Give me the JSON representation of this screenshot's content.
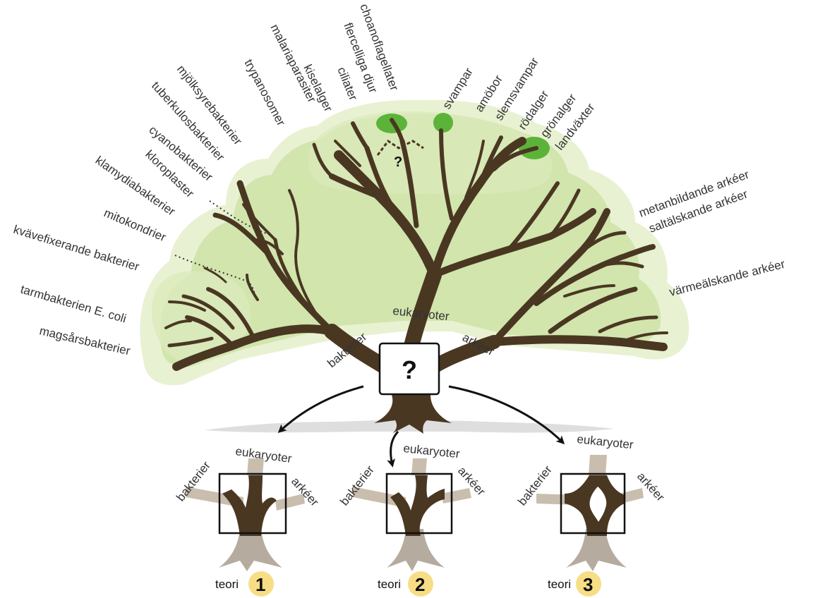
{
  "colors": {
    "trunk": "#4a3722",
    "foliage_light": "#e3efc9",
    "foliage_mid": "#c9e0a0",
    "foliage_accent": "#5cb33a",
    "ground": "#d9d9d9",
    "root_light": "#b5ab9f",
    "branch_light": "#c9beae",
    "badge": "#f7dd85"
  },
  "labels": {
    "bacteria_leaves": [
      "magsårsbakterier",
      "tarmbakterien E. coli",
      "kvävefixerande bakterier",
      "mitokondrier",
      "klamydiabakterier",
      "kloroplaster",
      "cyanobakterier",
      "tuberkulosbakterier",
      "mjölksyrebakterier"
    ],
    "eukaryote_leaves": [
      "trypanosomer",
      "malariaparasiter",
      "kiselalger",
      "ciliater",
      "flercelliga djur",
      "choanoflagellater",
      "svampar",
      "amöbor",
      "slemsvampar",
      "rödalger",
      "grönalger",
      "landväxter"
    ],
    "archaea_leaves": [
      "metanbildande arkéer",
      "saltälskande arkéer",
      "värmeälskande arkéer"
    ]
  },
  "domains": {
    "bacteria": "bakterier",
    "eukaryotes": "eukaryoter",
    "archaea": "arkéer"
  },
  "root_question": "?",
  "small_question": "?",
  "theories": {
    "word": "teori",
    "items": [
      {
        "number": "1",
        "bacteria": "bakterier",
        "eukaryotes": "eukaryoter",
        "archaea": "arkéer"
      },
      {
        "number": "2",
        "bacteria": "bakterier",
        "eukaryotes": "eukaryoter",
        "archaea": "arkéer"
      },
      {
        "number": "3",
        "bacteria": "bakterier",
        "eukaryotes": "eukaryoter",
        "archaea": "arkéer"
      }
    ]
  }
}
